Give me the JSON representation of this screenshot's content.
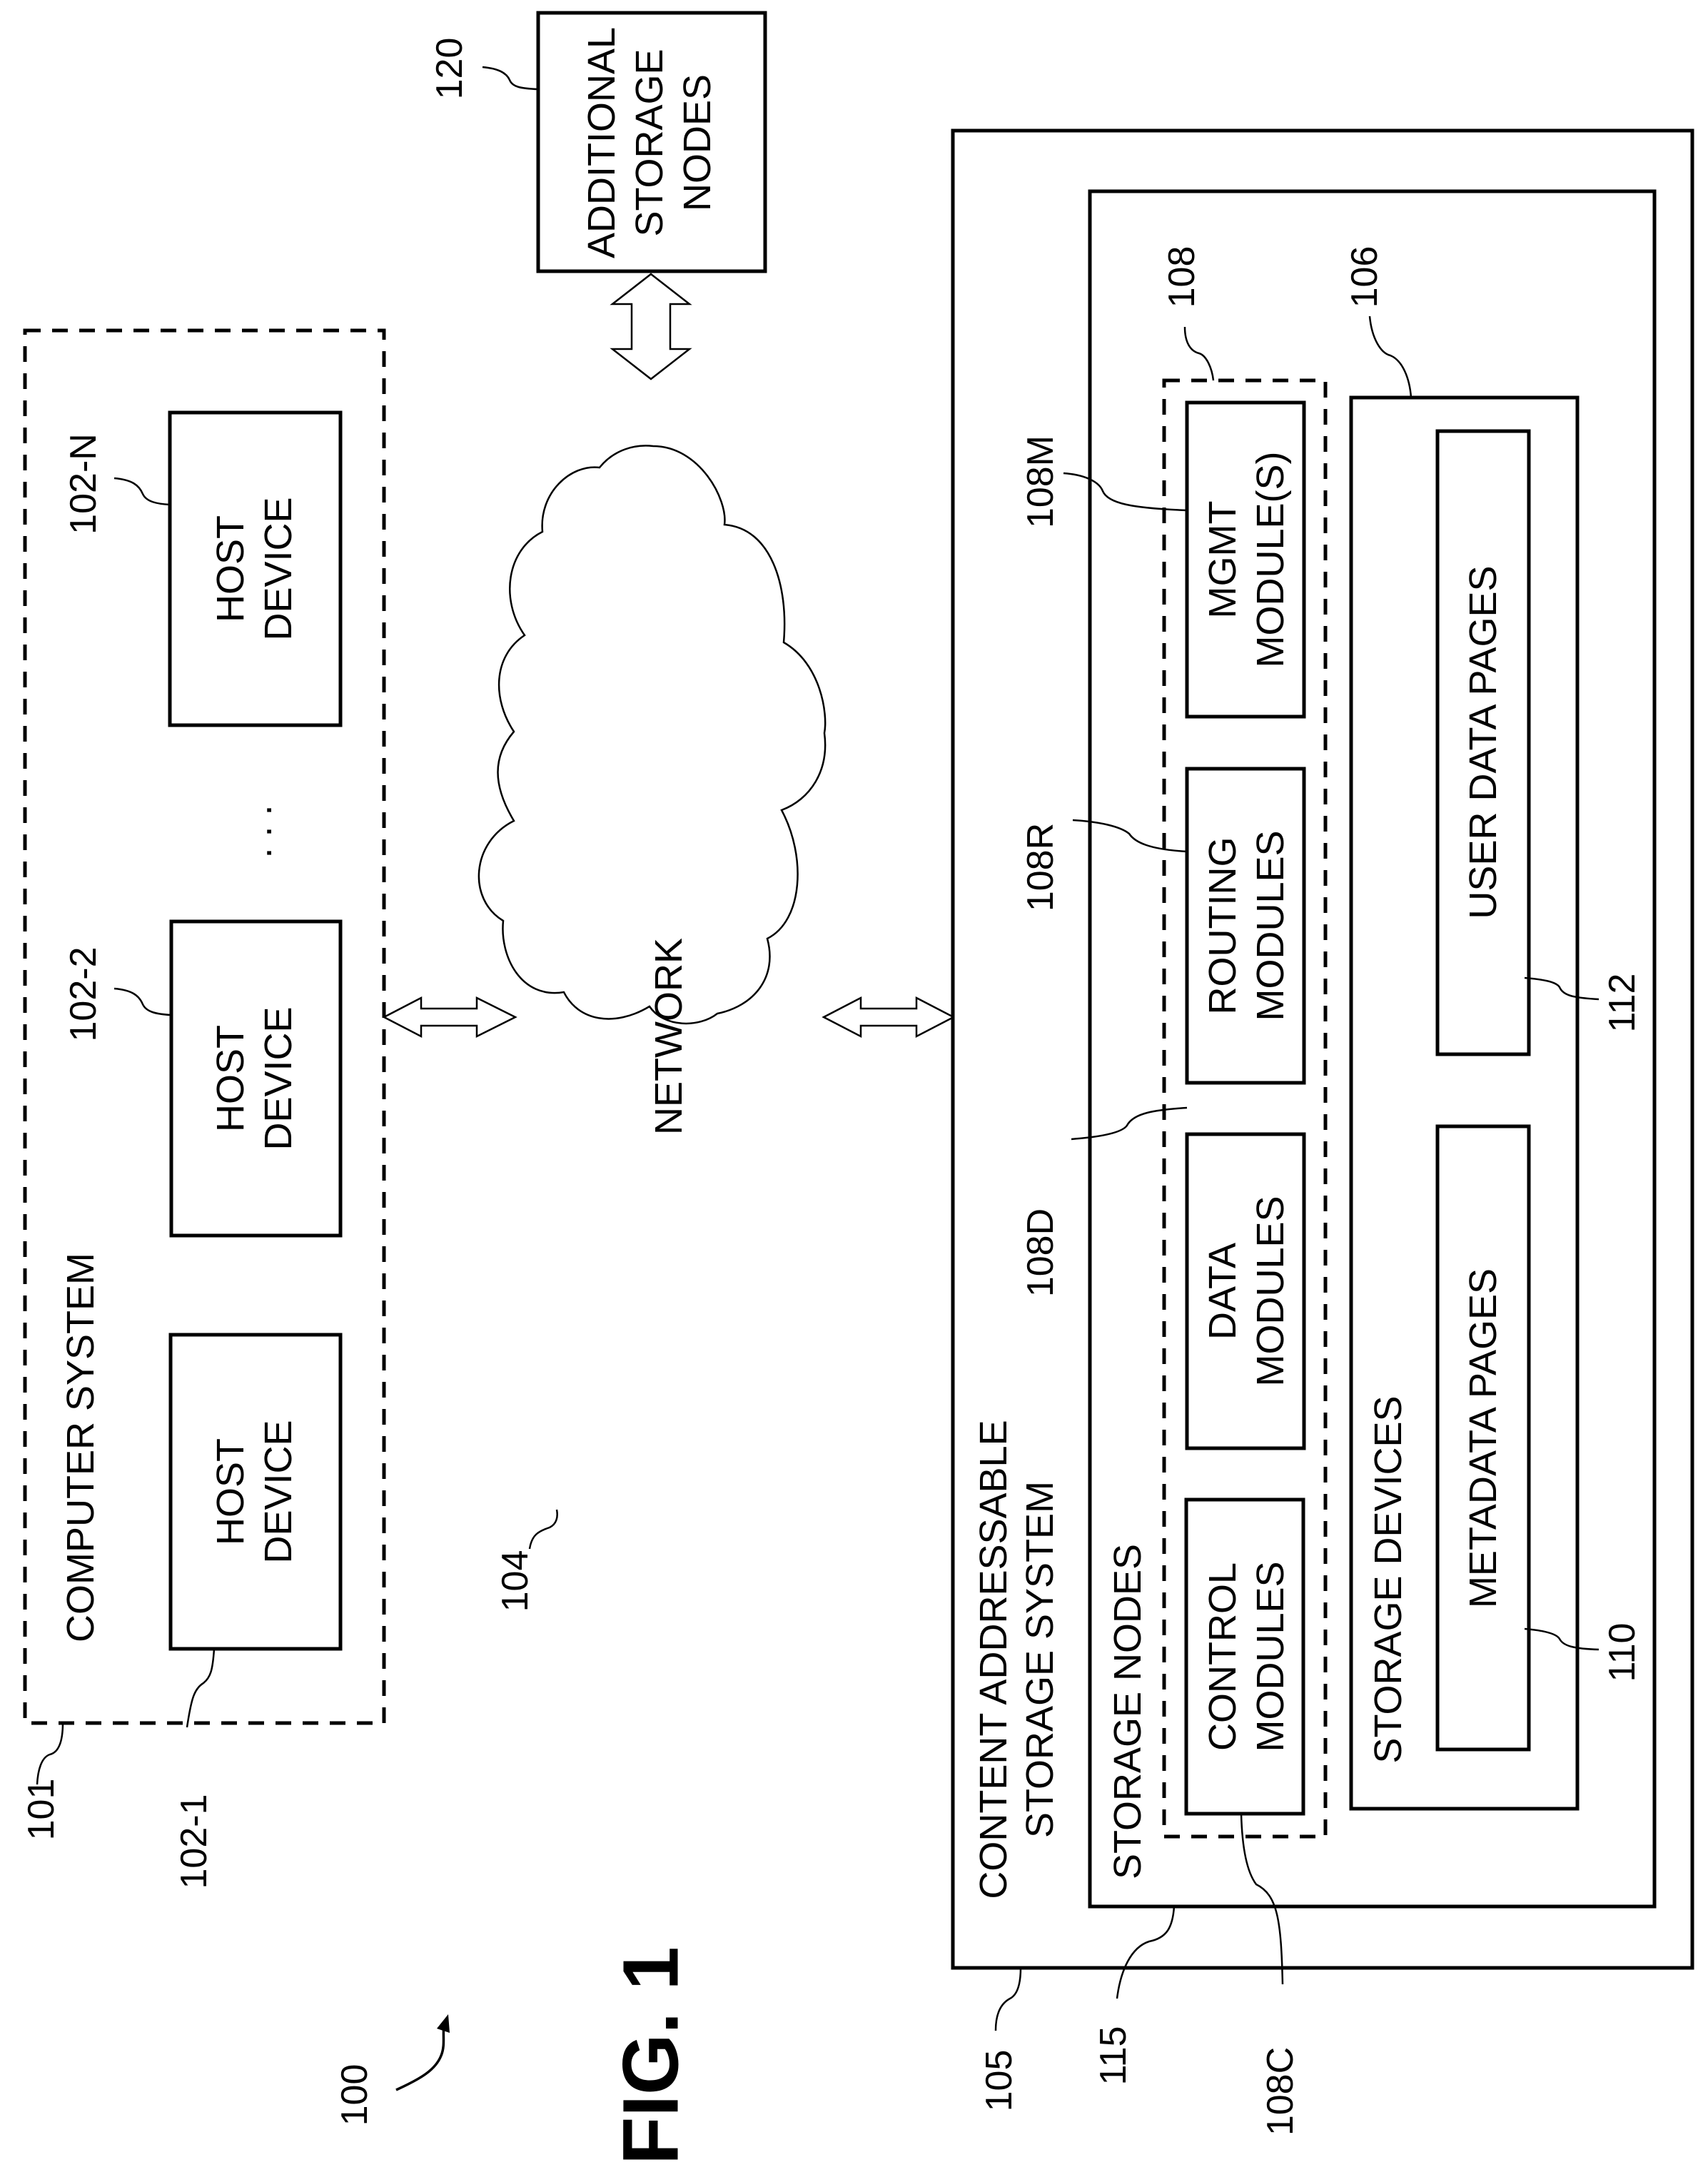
{
  "figure": {
    "label": "FIG. 1",
    "ref": "100"
  },
  "computer_system": {
    "ref": "101",
    "label": "COMPUTER SYSTEM",
    "ellipsis": ". . .",
    "hosts": [
      {
        "ref": "102-1",
        "line1": "HOST",
        "line2": "DEVICE"
      },
      {
        "ref": "102-2",
        "line1": "HOST",
        "line2": "DEVICE"
      },
      {
        "ref": "102-N",
        "line1": "HOST",
        "line2": "DEVICE"
      }
    ]
  },
  "network": {
    "ref": "104",
    "label": "NETWORK"
  },
  "additional_storage": {
    "ref": "120",
    "line1": "ADDITIONAL",
    "line2": "STORAGE",
    "line3": "NODES"
  },
  "cas": {
    "ref": "105",
    "line1": "CONTENT ADDRESSABLE",
    "line2": "STORAGE SYSTEM",
    "storage_nodes": {
      "ref": "115",
      "label": "STORAGE NODES",
      "modules_group_ref": "108",
      "modules": [
        {
          "ref": "108C",
          "line1": "CONTROL",
          "line2": "MODULES"
        },
        {
          "ref": "108D",
          "line1": "DATA",
          "line2": "MODULES"
        },
        {
          "ref": "108R",
          "line1": "ROUTING",
          "line2": "MODULES"
        },
        {
          "ref": "108M",
          "line1": "MGMT",
          "line2": "MODULE(S)"
        }
      ]
    },
    "storage_devices": {
      "ref": "106",
      "label": "STORAGE DEVICES",
      "metadata": {
        "ref": "110",
        "label": "METADATA PAGES"
      },
      "user_data": {
        "ref": "112",
        "label": "USER DATA PAGES"
      }
    }
  }
}
